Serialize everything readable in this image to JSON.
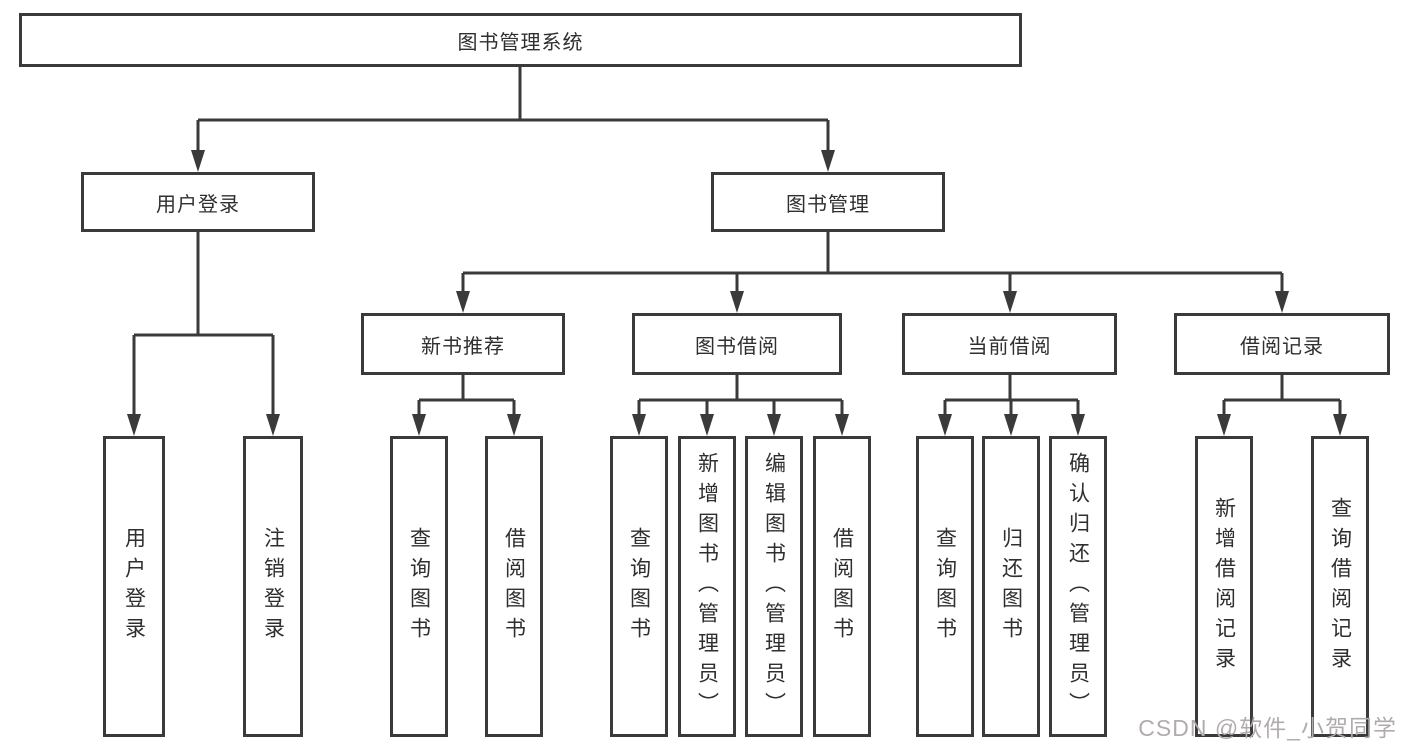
{
  "diagram": {
    "root": {
      "label": "图书管理系统"
    },
    "branches": [
      {
        "label": "用户登录",
        "children": [
          {
            "label": "用户登录"
          },
          {
            "label": "注销登录"
          }
        ]
      },
      {
        "label": "图书管理",
        "children": [
          {
            "label": "新书推荐",
            "children": [
              {
                "label": "查询图书"
              },
              {
                "label": "借阅图书"
              }
            ]
          },
          {
            "label": "图书借阅",
            "children": [
              {
                "label": "查询图书"
              },
              {
                "label": "新增图书（管理员）"
              },
              {
                "label": "编辑图书（管理员）"
              },
              {
                "label": "借阅图书"
              }
            ]
          },
          {
            "label": "当前借阅",
            "children": [
              {
                "label": "查询图书"
              },
              {
                "label": "归还图书"
              },
              {
                "label": "确认归还（管理员）"
              }
            ]
          },
          {
            "label": "借阅记录",
            "children": [
              {
                "label": "新增借阅记录"
              },
              {
                "label": "查询借阅记录"
              }
            ]
          }
        ]
      }
    ]
  },
  "watermark": {
    "text": "CSDN @软件_小贺同学"
  },
  "colors": {
    "line": "#3a3a3a",
    "box_background": "#ffffff",
    "text": "#2f2f2f",
    "watermark": "#b1acac"
  }
}
